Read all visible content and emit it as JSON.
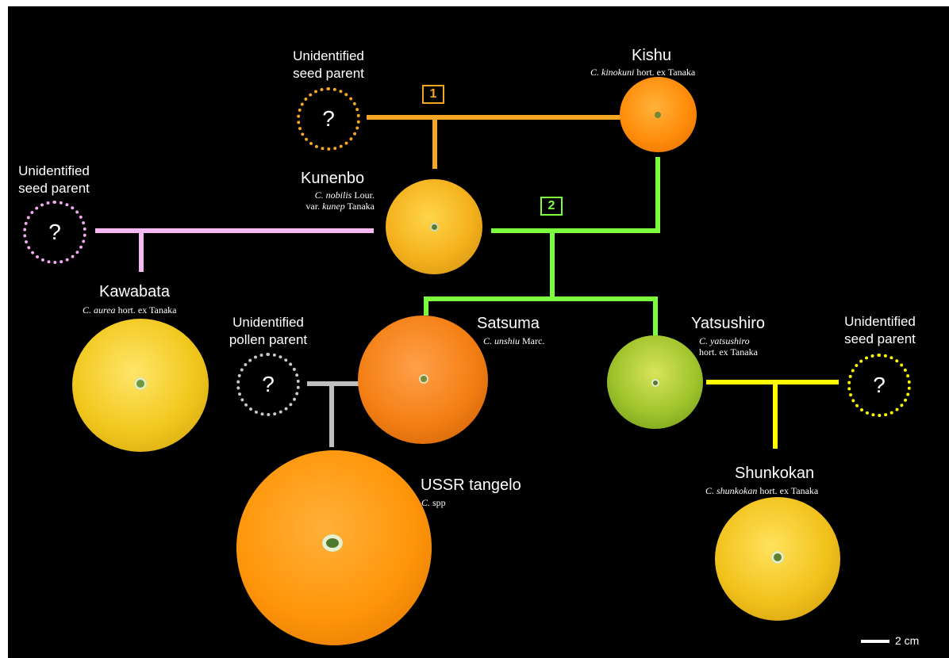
{
  "nodes": {
    "kishu": {
      "name": "Kishu",
      "sci_italic": "C. kinokuni",
      "sci_rest": " hort. ex Tanaka"
    },
    "kunenbo": {
      "name": "Kunenbo",
      "sci_line1_italic": "C. nobilis",
      "sci_line1_rest": " Lour.",
      "sci_line2_pre": "var. ",
      "sci_line2_italic": "kunep",
      "sci_line2_rest": " Tanaka"
    },
    "kawabata": {
      "name": "Kawabata",
      "sci_italic": "C. aurea",
      "sci_rest": " hort. ex Tanaka"
    },
    "satsuma": {
      "name": "Satsuma",
      "sci_italic": "C. unshiu",
      "sci_rest": " Marc."
    },
    "yatsushiro": {
      "name": "Yatsushiro",
      "sci_line1_italic": "C. yatsushiro",
      "sci_line2": "hort. ex Tanaka"
    },
    "ussr": {
      "name": "USSR tangelo",
      "sci_italic": "C.",
      "sci_rest": " spp"
    },
    "shunkokan": {
      "name": "Shunkokan",
      "sci_italic": "C. shunkokan",
      "sci_rest": " hort. ex Tanaka"
    }
  },
  "unknowns": {
    "seed1": {
      "line1": "Unidentified",
      "line2": "seed parent",
      "symbol": "?",
      "color": "#f5a623"
    },
    "seed2": {
      "line1": "Unidentified",
      "line2": "seed parent",
      "symbol": "?",
      "color": "#f0a8f0"
    },
    "pollen": {
      "line1": "Unidentified",
      "line2": "pollen parent",
      "symbol": "?",
      "color": "#c8c8c8"
    },
    "seed3": {
      "line1": "Unidentified",
      "line2": "seed parent",
      "symbol": "?",
      "color": "#ffff00"
    }
  },
  "badges": {
    "b1": {
      "label": "1",
      "color": "#f5a623"
    },
    "b2": {
      "label": "2",
      "color": "#7cff3c"
    }
  },
  "scale_bar": {
    "label": "2 cm"
  },
  "colors": {
    "background": "#000000",
    "orange_line": "#f5a623",
    "green_line": "#7cff3c",
    "pink_line": "#f5b8f0",
    "gray_line": "#bfbfbf",
    "yellow_line": "#ffff00"
  }
}
